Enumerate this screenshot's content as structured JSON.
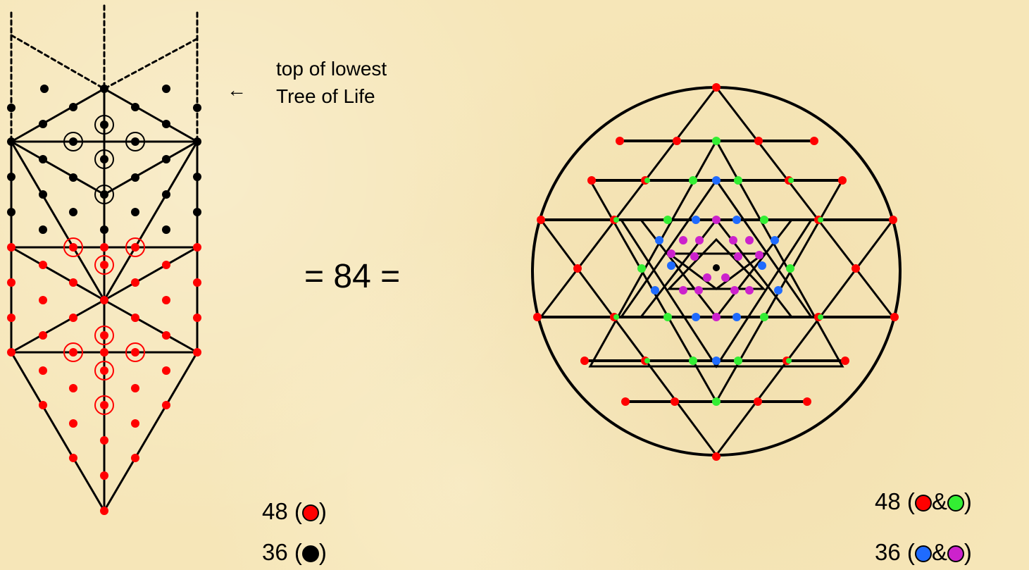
{
  "annotation": {
    "line1": "top of lowest",
    "line2": "Tree of Life"
  },
  "equation": "= 84 =",
  "left_legend": {
    "row1_number": "48",
    "row2_number": "36"
  },
  "right_legend": {
    "row1_number": "48",
    "row2_number": "36",
    "amp": "&"
  },
  "colors": {
    "red": "#ff0000",
    "black": "#000000",
    "green": "#33ee33",
    "blue": "#1f6bff",
    "magenta": "#cc22cc",
    "background": "#f6e6b8"
  }
}
